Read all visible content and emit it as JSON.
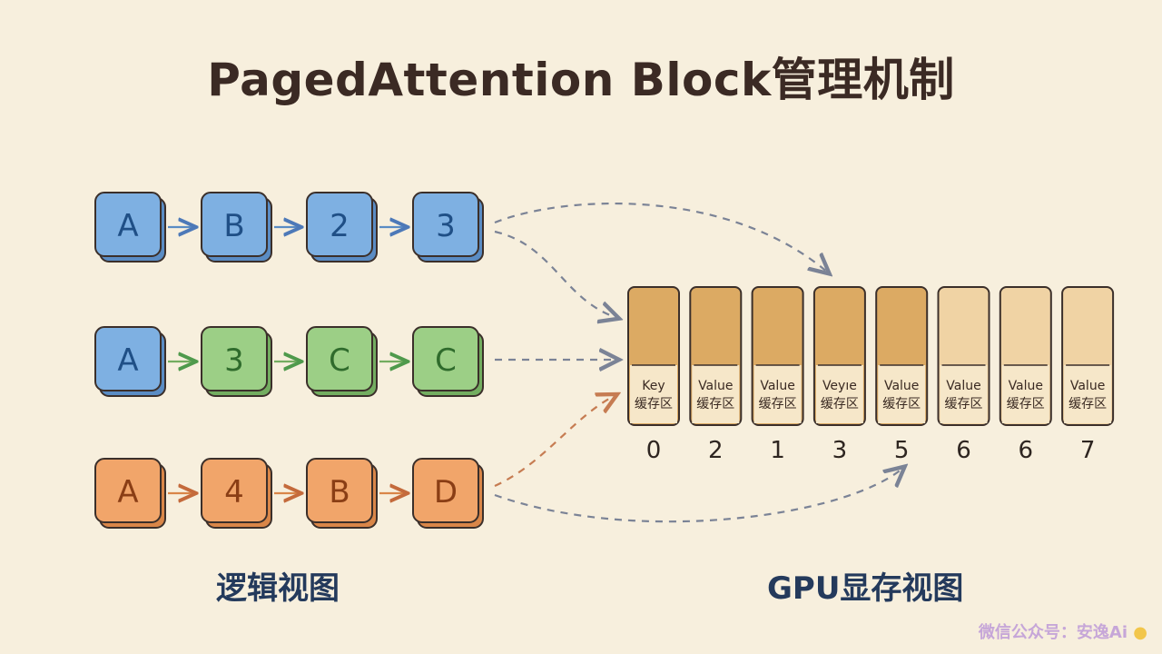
{
  "title": "PagedAttention Block管理机制",
  "colors": {
    "background": "#f7efdd",
    "blue": "#6fa3d8",
    "green": "#8ac47a",
    "orange": "#ee9f62",
    "slot_fill": "#dcaa63",
    "slot_fill_light": "#f0d3a4",
    "arrow_dashed": "#7b8396",
    "arrow_orange": "#c67c52"
  },
  "logical_view": {
    "caption": "逻辑视图",
    "rows": [
      {
        "color": "blue",
        "blocks": [
          {
            "label": "A",
            "color": "blue"
          },
          {
            "label": "B",
            "color": "blue"
          },
          {
            "label": "2",
            "color": "blue"
          },
          {
            "label": "3",
            "color": "blue"
          }
        ]
      },
      {
        "color": "green",
        "blocks": [
          {
            "label": "A",
            "color": "blue"
          },
          {
            "label": "3",
            "color": "green"
          },
          {
            "label": "C",
            "color": "green"
          },
          {
            "label": "C",
            "color": "green"
          }
        ]
      },
      {
        "color": "orange",
        "blocks": [
          {
            "label": "A",
            "color": "orange"
          },
          {
            "label": "4",
            "color": "orange"
          },
          {
            "label": "B",
            "color": "orange"
          },
          {
            "label": "D",
            "color": "orange"
          }
        ]
      }
    ]
  },
  "gpu_view": {
    "caption": "GPU显存视图",
    "slots": [
      {
        "line1": "Key",
        "line2": "缓存区",
        "index": "0",
        "filled": true
      },
      {
        "line1": "Value",
        "line2": "缓存区",
        "index": "2",
        "filled": true
      },
      {
        "line1": "Value",
        "line2": "缓存区",
        "index": "1",
        "filled": true
      },
      {
        "line1": "Veyıe",
        "line2": "缓存区",
        "index": "3",
        "filled": true
      },
      {
        "line1": "Value",
        "line2": "缓存区",
        "index": "5",
        "filled": true
      },
      {
        "line1": "Value",
        "line2": "缓存区",
        "index": "6",
        "filled": false
      },
      {
        "line1": "Value",
        "line2": "缓存区",
        "index": "6",
        "filled": false
      },
      {
        "line1": "Value",
        "line2": "缓存区",
        "index": "7",
        "filled": false
      }
    ]
  },
  "watermark": {
    "text": "微信公众号：安逸Ai",
    "icon": "chick-icon"
  }
}
